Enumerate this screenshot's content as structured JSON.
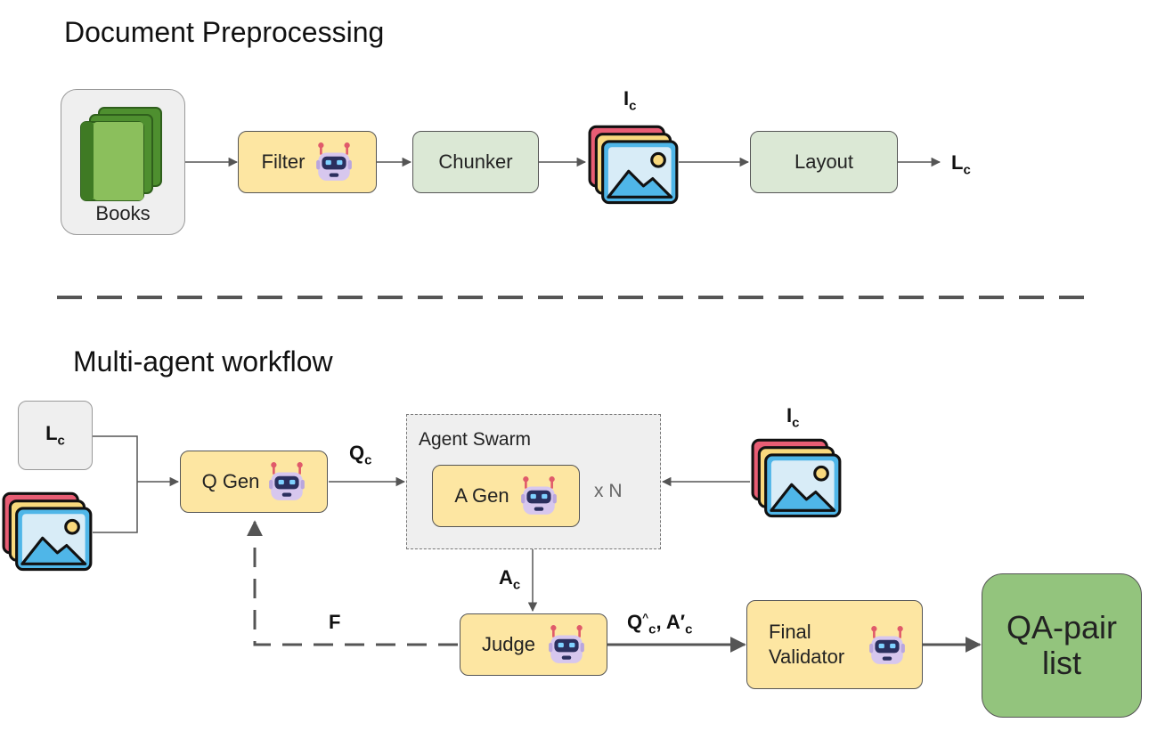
{
  "preprocessing": {
    "title": "Document Preprocessing",
    "books_label": "Books",
    "filter_label": "Filter",
    "chunker_label": "Chunker",
    "layout_label": "Layout",
    "images_label": "I",
    "images_sub": "c",
    "layout_out_label": "L",
    "layout_out_sub": "c"
  },
  "workflow": {
    "title": "Multi-agent workflow",
    "lc_label": "L",
    "lc_sub": "c",
    "qgen_label": "Q Gen",
    "qc_label": "Q",
    "qc_sub": "c",
    "swarm_title": "Agent Swarm",
    "agen_label": "A Gen",
    "multiplier": "x N",
    "ic_label": "I",
    "ic_sub": "c",
    "ac_label": "A",
    "ac_sub": "c",
    "feedback_label": "F",
    "judge_label": "Judge",
    "judge_out_q": "Q",
    "judge_out_q_sup": "^",
    "judge_out_q_sub": "c",
    "judge_out_sep": ",",
    "judge_out_a": "A′",
    "judge_out_a_sub": "c",
    "validator_line1": "Final",
    "validator_line2": "Validator",
    "qa_line1": "QA-pair",
    "qa_line2": "list"
  },
  "colors": {
    "agent_box": "#fde6a2",
    "tool_box": "#dbe8d5",
    "output_box": "#93c47d",
    "swarm_bg": "#efefef"
  }
}
